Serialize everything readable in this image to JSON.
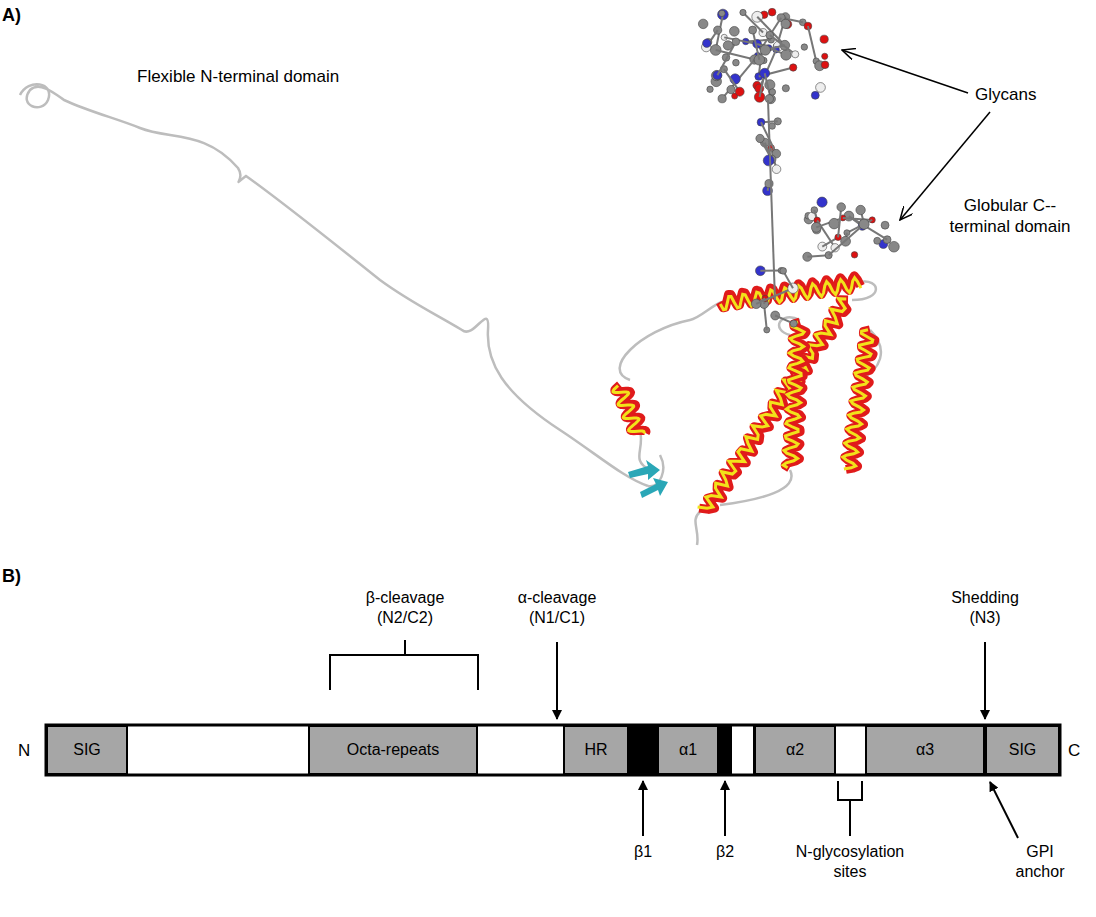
{
  "diagram": {
    "nodes": [
      {
        "text": [
          "SIG"
        ]
      },
      {
        "text": [
          "Octa-repeats"
        ]
      },
      {
        "text": [
          "HR"
        ]
      },
      {
        "text": [
          "α1"
        ]
      },
      {
        "text": [
          "α2"
        ]
      },
      {
        "text": [
          "α3"
        ]
      },
      {
        "text": [
          "SIG"
        ]
      }
    ],
    "labels": [
      "A)",
      "Flexible N-terminal domain",
      "Glycans",
      "Globular C--terminal domain",
      "B)",
      "β-cleavage (N2/C2)",
      "α-cleavage (N1/C1)",
      "Shedding (N3)",
      "N",
      "C",
      "β1",
      "β2",
      "N-glycosylation sites",
      "GPI anchor"
    ]
  }
}
